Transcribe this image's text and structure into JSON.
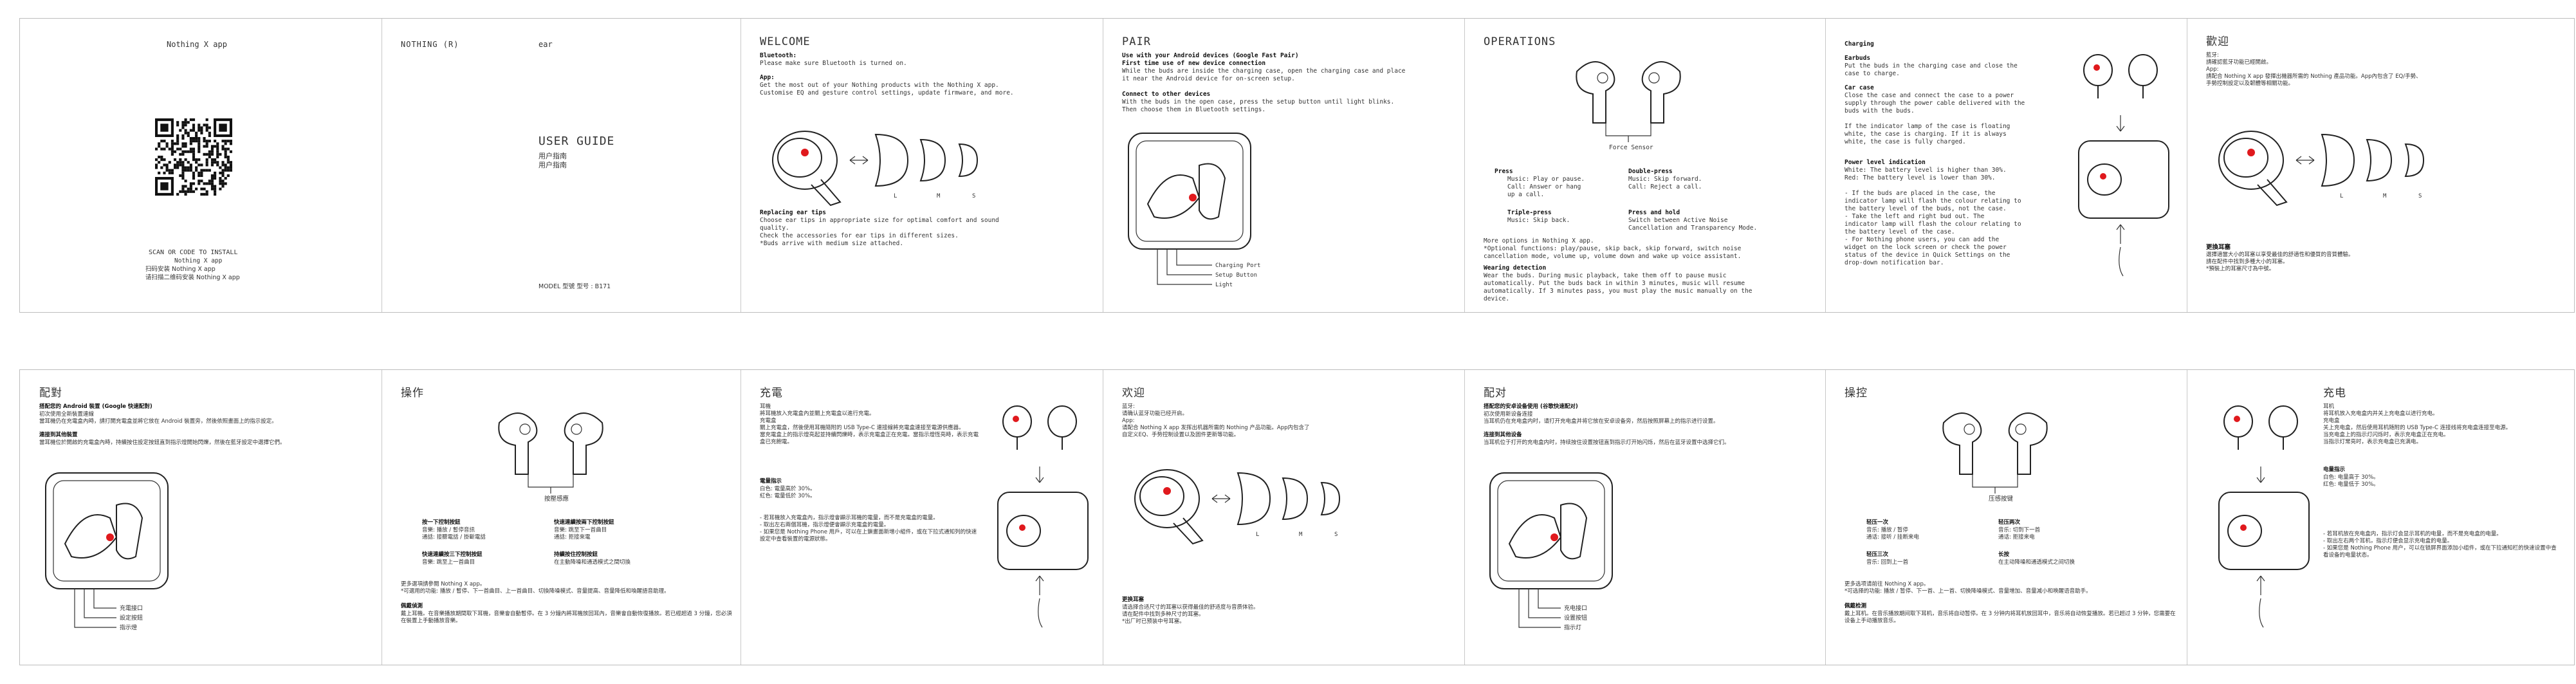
{
  "p1": {
    "brand": "Nothing X app",
    "scan": "SCAN OR CODE TO INSTALL",
    "app": "Nothing X app",
    "cn1": "扫码安装 Nothing X app",
    "cn2": "请扫描二维码安装 Nothing X app"
  },
  "p2": {
    "brand": "NOTHING (R)",
    "product": "ear",
    "guide": "USER GUIDE",
    "cn1": "用户指南",
    "cn2": "用户指南",
    "model": "MODEL 型號 型号 : B171"
  },
  "p3": {
    "title": "WELCOME",
    "bt_h": "Bluetooth:",
    "bt": "Please make sure Bluetooth is turned on.",
    "app_h": "App:",
    "app": "Get the most out of your Nothing products with the Nothing X app.\nCustomise EQ and gesture control settings, update firmware, and more.",
    "tips_h": "Replacing ear tips",
    "tips": "Choose ear tips in appropriate size for optimal comfort and sound\nquality.\nCheck the accessories for ear tips in different sizes.\n*Buds arrive with medium size attached.",
    "sizes": [
      "L",
      "M",
      "S"
    ]
  },
  "p4": {
    "title": "PAIR",
    "h1": "Use with your Android devices (Google Fast Pair)",
    "h2": "First time use of new device connection",
    "t1": "While the buds are inside the charging case, open the charging case and place\nit near the Android device for on-screen setup.",
    "h3": "Connect to other devices",
    "t2": "With the buds in the open case, press the setup button until light blinks.\nThen choose them in Bluetooth settings.",
    "callouts": [
      "Charging Port",
      "Setup Button",
      "Light"
    ]
  },
  "p5": {
    "title": "OPERATIONS",
    "sensor": "Force Sensor",
    "press_h": "Press",
    "press": "Music: Play or pause.\nCall: Answer or hang\nup a call.",
    "double_h": "Double-press",
    "double": "Music: Skip forward.\nCall: Reject a call.",
    "triple_h": "Triple-press",
    "triple": "Music: Skip back.",
    "hold_h": "Press and hold",
    "hold": "Switch between Active Noise\nCancellation and Transparency Mode.",
    "more": "More options in Nothing X app.\n*Optional functions: play/pause, skip back, skip forward, switch noise\ncancellation mode, volume up, volume down and wake up voice assistant.",
    "wear_h": "Wearing detection",
    "wear": "Wear the buds. During music playback, take them off to pause music\nautomatically. Put the buds back in within 3 minutes, music will resume\nautomatically. If 3 minutes pass, you must play the music manually on the\ndevice."
  },
  "p6": {
    "title": "Charging",
    "earbuds_h": "Earbuds",
    "earbuds": "Put the buds in the charging case and close the\ncase to charge.",
    "case_h": "Car case",
    "case": "Close the case and connect the case to a power\nsupply through the power cable delivered with the\nbuds with the buds.\n\nIf the indicator lamp of the case is floating\nwhite, the case is charging. If it is always\nwhite, the case is fully charged.",
    "lvl_h": "Power level indication",
    "lvl": "White: The battery level is higher than 30%.\nRed: The battery level is lower than 30%.\n\n- If the buds are placed in the case, the\nindicator lamp will flash the colour relating to\nthe battery level of the buds, not the case.\n- Take the left and right bud out. The\nindicator lamp will flash the colour relating to\nthe battery level of the case.\n- For Nothing phone users, you can add the\nwidget on the lock screen or check the power\nstatus of the device in Quick Settings on the\ndrop-down notification bar."
  },
  "p7": {
    "title": "歡迎",
    "t1": "藍牙:\n請確認藍牙功能已經開啟。\nApp:\n請配合 Nothing X app 發揮出機器所需的 Nothing 產品功能。App內包含了 EQ/手勢、\n手勢控制設定以及韌體等相關功能。",
    "tips_h": "更換耳塞",
    "tips": "選擇適當大小的耳塞以享受最佳的舒適性和優質的音質體驗。\n請在配件中找到多種大小的耳塞。\n*預裝上的耳塞尺寸為中號。",
    "sizes": [
      "L",
      "M",
      "S"
    ]
  },
  "p8": {
    "title": "配對",
    "h1": "搭配您的 Android 裝置 (Google 快速配對)",
    "t1": "初次使用全新裝置連線\n當耳機仍在充電盒內時，請打開充電盒並將它放在 Android 裝置旁，然後依照畫面上的指示設定。",
    "h2": "連接到其他裝置",
    "t2": "當耳機位於開啟的充電盒內時，持續按住設定按鈕直到指示燈開始閃爍，然後在藍牙設定中選擇它們。",
    "callouts": [
      "充電接口",
      "設定按鈕",
      "指示燈"
    ]
  },
  "p9": {
    "title": "操作",
    "sensor": "按壓感應",
    "a_h": "按一下控制按鈕",
    "a": "音樂: 播放 / 暫停音訊\n通話: 接聽電話 / 掛斷電話",
    "b_h": "快速連續按兩下控制按鈕",
    "b": "音樂: 跳至下一首曲目\n通話: 拒接來電",
    "c_h": "快速連續按三下控制按鈕",
    "c": "音樂: 跳至上一首曲目",
    "d_h": "持續按住控制按鈕",
    "d": "在主動降噪和通透模式之間切換",
    "more": "更多選項請參閱 Nothing X app。\n*可選用的功能: 播放 / 暫停、下一首曲目、上一首曲目、切換降噪模式、音量提高、音量降低和喚醒語音助理。",
    "wear_h": "佩戴偵測",
    "wear": "戴上耳機。在音樂播放期間取下耳機，音樂會自動暫停。在 3 分鐘內將耳機放回耳內，音樂會自動恢復播放。若已經超過 3 分鐘，您必須在裝置上手動播放音樂。"
  },
  "p10": {
    "title": "充電",
    "t1": "耳機\n將耳機放入充電盒內並關上充電盒以進行充電。\n充電盒\n關上充電盒，然後使用耳機隨附的 USB Type-C 連接線將充電盒連接至電源供應器。\n當充電盒上的指示燈亮起並持續閃爍時，表示充電盒正在充電。當指示燈恆亮時，表示充電盒已充飽電。",
    "lvl_h": "電量指示",
    "lvl": "白色: 電量高於 30%。\n紅色: 電量低於 30%。",
    "notes": "- 若耳機放入充電盒內，指示燈會顯示耳機的電量，而不是充電盒的電量。\n- 取出左右兩個耳機，指示燈便會顯示充電盒的電量。\n- 如果您是 Nothing Phone 用戶，可以在上鎖畫面新增小組件，或在下拉式通知列的快速設定中查看裝置的電源狀態。"
  },
  "p11": {
    "title": "欢迎",
    "t1": "蓝牙:\n请确认蓝牙功能已经开启。\nApp:\n请配合 Nothing X app 发挥出机器所需的 Nothing 产品功能。App内包含了\n自定义EQ、手势控制设置以及固件更新等功能。",
    "tips_h": "更换耳塞",
    "tips": "请选择合适尺寸的耳塞以获得最佳的舒适度与音质体验。\n请在配件中找到多种尺寸的耳塞。\n*出厂时已预装中号耳塞。",
    "sizes": [
      "L",
      "M",
      "S"
    ]
  },
  "p12": {
    "title": "配对",
    "h1": "搭配您的安卓设备使用 (谷歌快速配对)",
    "t1": "初次使用新设备连接\n当耳机仍在充电盒内时，请打开充电盒并将它放在安卓设备旁，然后按照屏幕上的指示进行设置。",
    "h2": "连接到其他设备",
    "t2": "当耳机位于打开的充电盒内时，持续按住设置按钮直到指示灯开始闪烁，然后在蓝牙设置中选择它们。",
    "callouts": [
      "充电接口",
      "设置按钮",
      "指示灯"
    ]
  },
  "p13": {
    "title": "操控",
    "sensor": "压感按键",
    "a_h": "轻压一次",
    "a": "音乐: 播放 / 暂停\n通话: 接听 / 挂断来电",
    "b_h": "轻压两次",
    "b": "音乐: 切到下一首\n通话: 拒接来电",
    "c_h": "轻压三次",
    "c": "音乐: 回到上一首",
    "d_h": "长按",
    "d": "在主动降噪和通透模式之间切换",
    "more": "更多选项请前往 Nothing X app。\n*可选择的功能: 播放 / 暂停、下一首、上一首、切换降噪模式、音量增加、音量减小和唤醒语音助手。",
    "wear_h": "佩戴检测",
    "wear": "戴上耳机。在音乐播放期间取下耳机，音乐将自动暂停。在 3 分钟内将耳机放回耳中，音乐将自动恢复播放。若已超过 3 分钟，您需要在设备上手动播放音乐。"
  },
  "p14": {
    "title": "充电",
    "t1": "耳机\n将耳机放入充电盒内并关上充电盒以进行充电。\n充电盒\n关上充电盒，然后使用耳机随附的 USB Type-C 连接线将充电盒连接至电源。\n当充电盒上的指示灯闪烁时，表示充电盒正在充电。\n当指示灯常亮时，表示充电盒已充满电。",
    "lvl_h": "电量指示",
    "lvl": "白色: 电量高于 30%。\n红色: 电量低于 30%。",
    "notes": "- 若耳机放在充电盒内，指示灯会显示耳机的电量，而不是充电盒的电量。\n- 取出左右两个耳机，指示灯便会显示充电盒的电量。\n- 如果您是 Nothing Phone 用户，可以在锁屏界面添加小组件，或在下拉通知栏的快速设置中查看设备的电量状态。"
  }
}
